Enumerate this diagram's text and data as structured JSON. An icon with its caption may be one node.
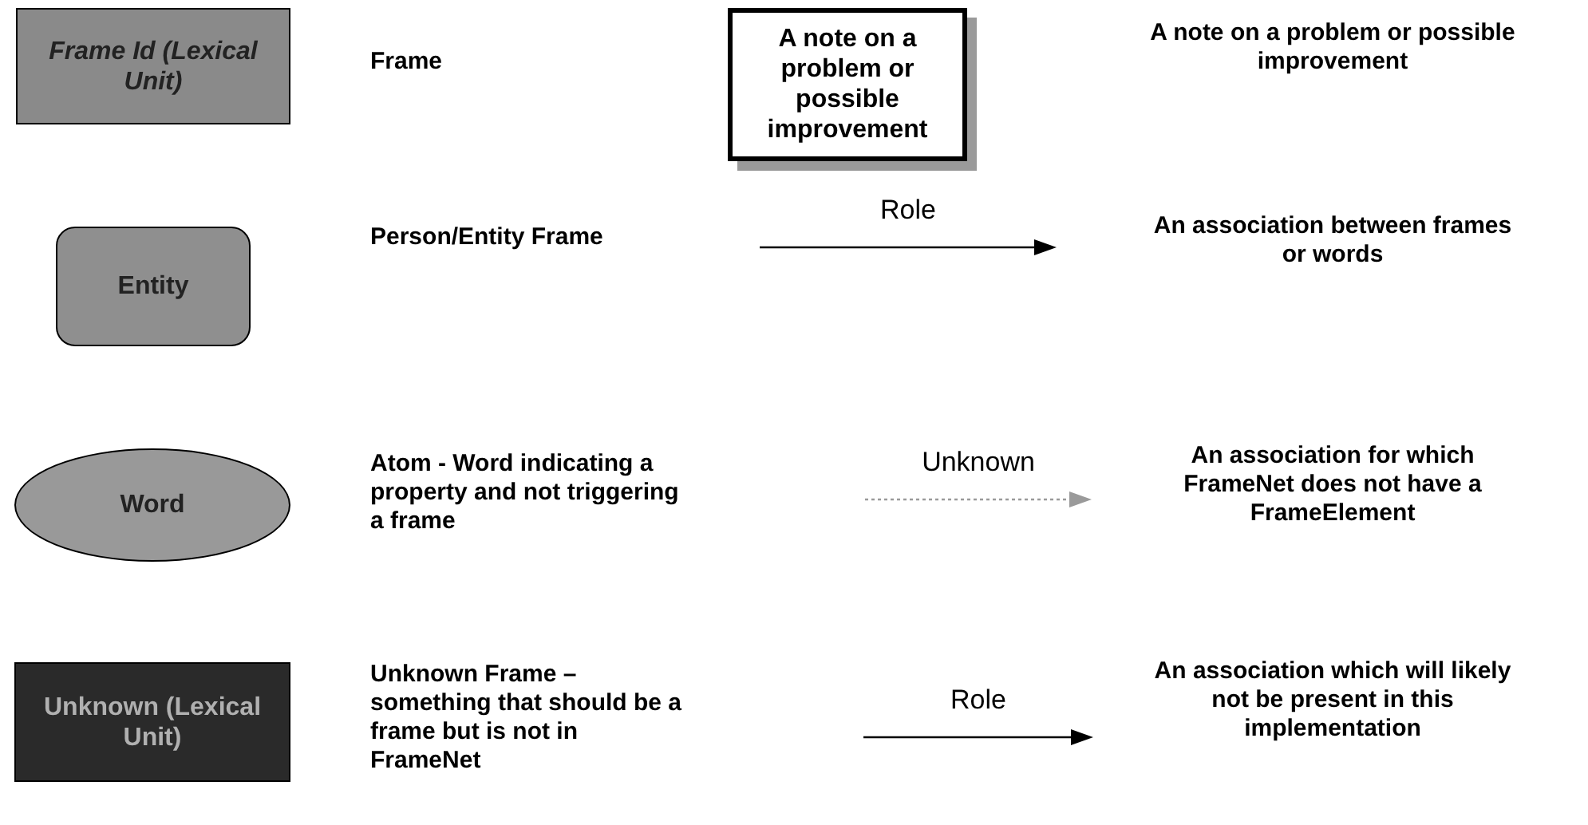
{
  "diagram": {
    "nodes": [
      {
        "text": [
          "Frame Id (Lexical Unit)"
        ]
      },
      {
        "text": [
          "Entity"
        ]
      },
      {
        "text": [
          "Word"
        ]
      },
      {
        "text": [
          "Unknown (Lexical Unit)"
        ]
      },
      {
        "text": [
          "A note on a problem or possible improvement"
        ]
      }
    ],
    "labels": [
      "Frame",
      "A note on a problem or possible improvement",
      "Person/Entity Frame",
      "Role",
      "Atom - Word indicating a property and not triggering a frame",
      "Unknown",
      "Unknown Frame – something that should be a frame but is not in FrameNet",
      "Role"
    ],
    "legend": [
      {
        "text": "An association between frames or words"
      },
      {
        "text": "An association for which FrameNet does not have a FrameElement"
      },
      {
        "text": "An association which will likely not be present in this implementation"
      }
    ]
  }
}
